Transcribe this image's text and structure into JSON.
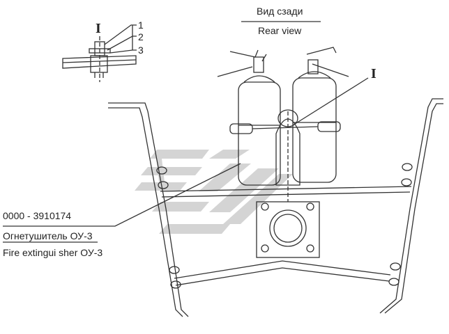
{
  "header": {
    "view_title_ru": "Вид сзади",
    "view_title_en": "Rear view"
  },
  "detail_marks": {
    "top_left": "I",
    "right": "I"
  },
  "callouts": [
    "1",
    "2",
    "3"
  ],
  "part": {
    "number": "0000 - 3910174",
    "name_ru": "Огнетушитель ОУ-3",
    "name_en": "Fire extingui sher ОУ-3"
  },
  "colors": {
    "line": "#333333",
    "watermark": "#cfcfcf"
  }
}
